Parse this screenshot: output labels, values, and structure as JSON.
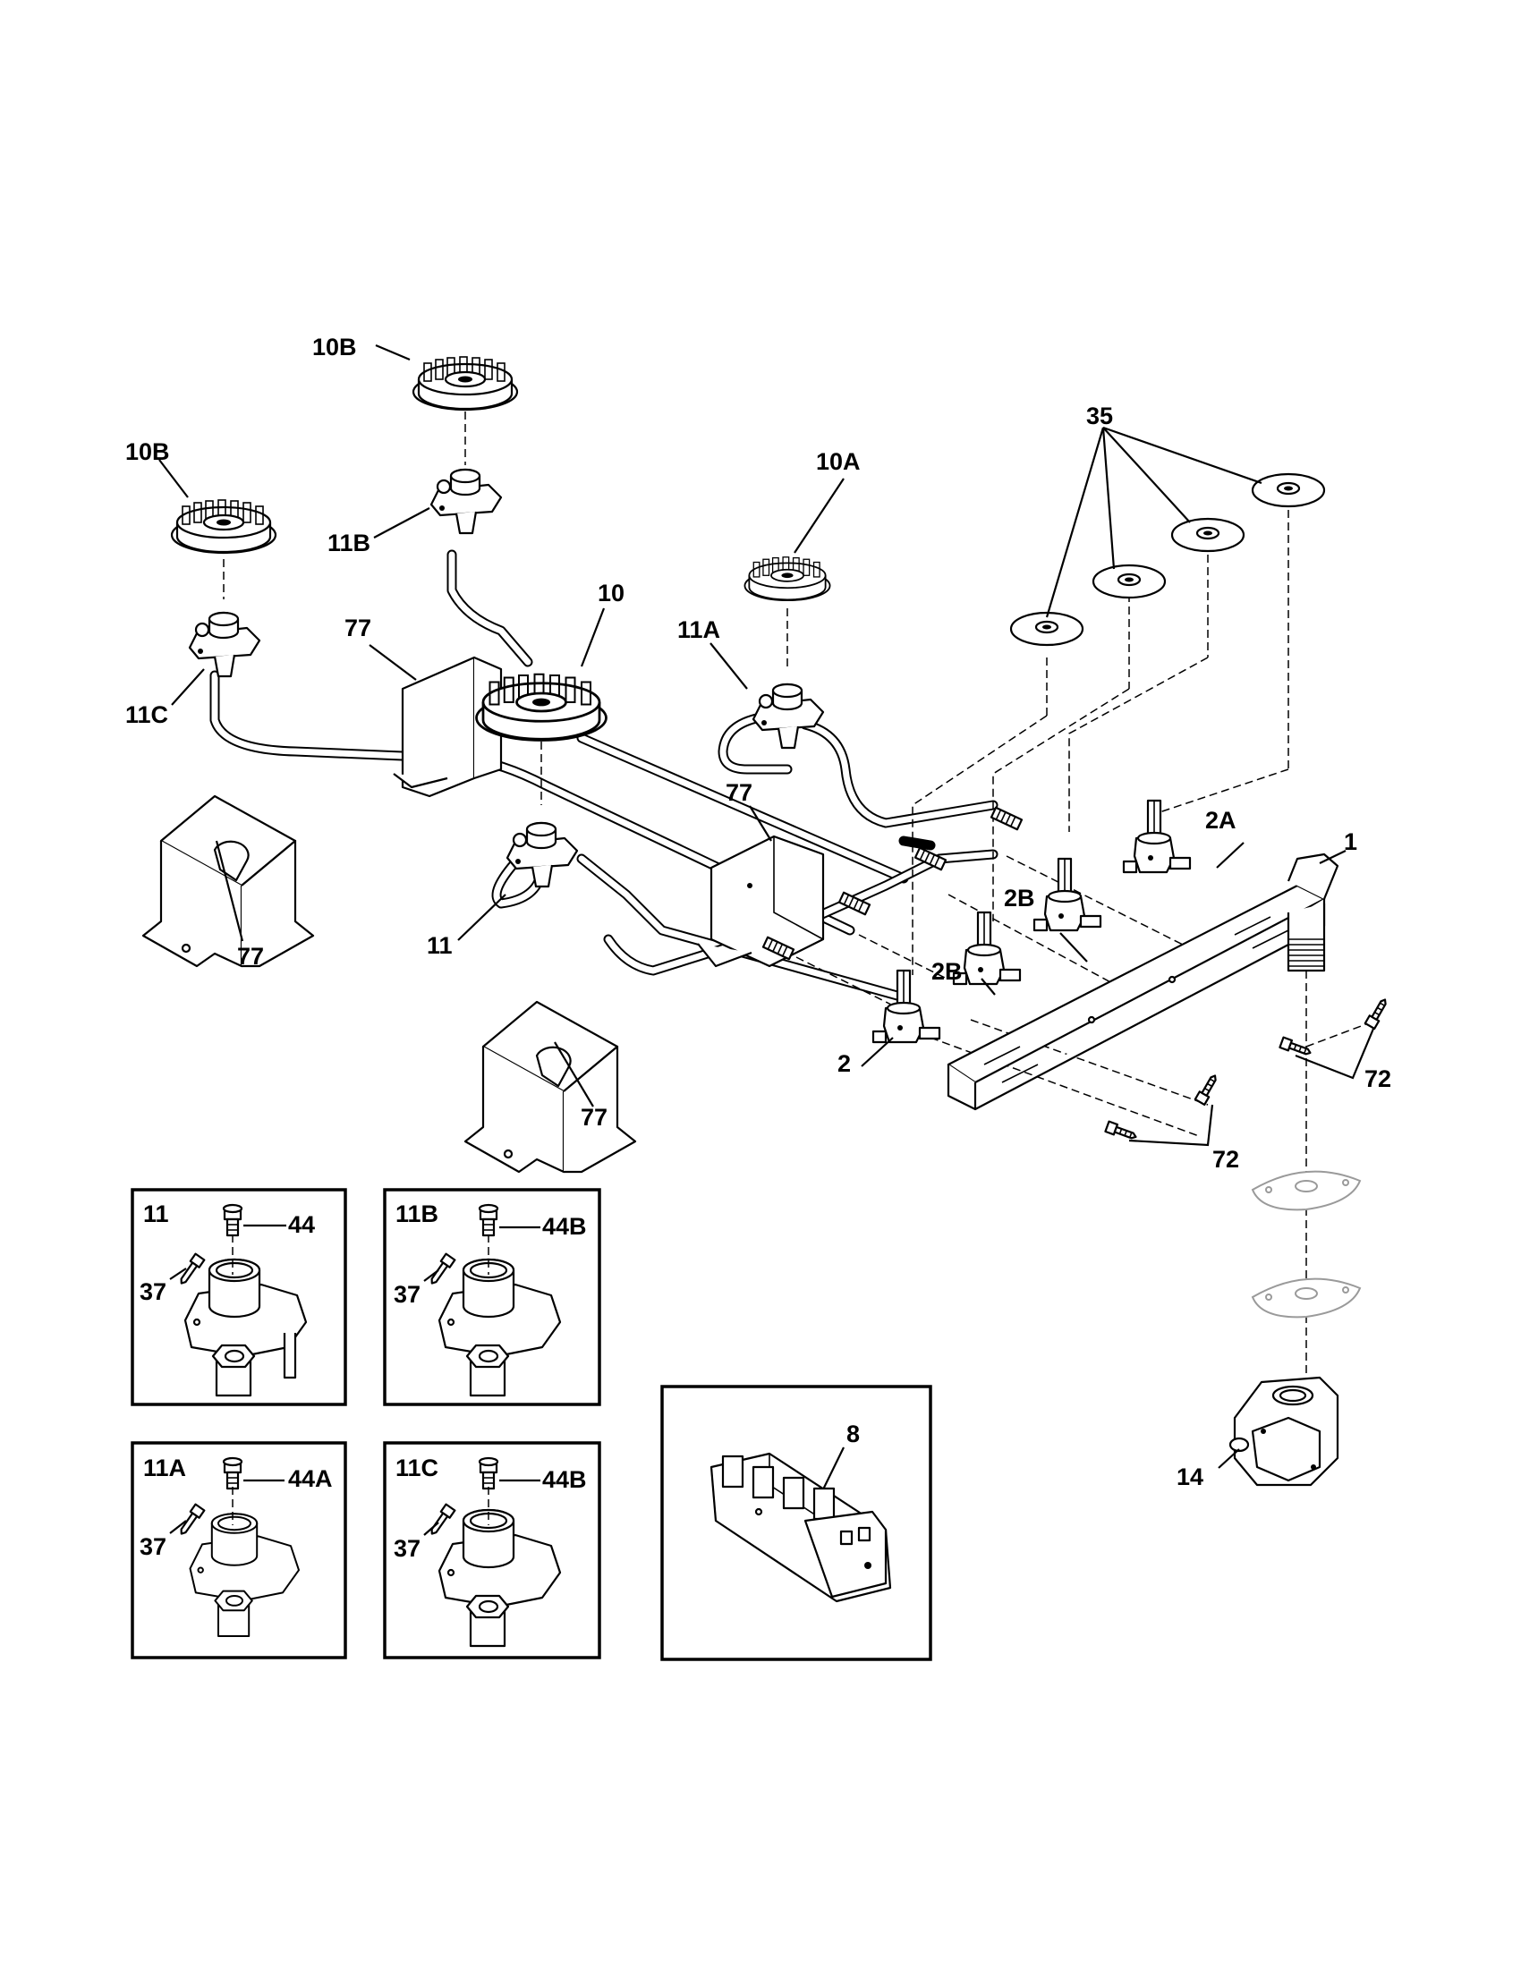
{
  "callouts": {
    "c1": "1",
    "c2": "2",
    "c2a": "2A",
    "c2b_1": "2B",
    "c2b_2": "2B",
    "c8": "8",
    "c10": "10",
    "c10a": "10A",
    "c10b_1": "10B",
    "c10b_2": "10B",
    "c11": "11",
    "c11a": "11A",
    "c11b": "11B",
    "c11c": "11C",
    "c14": "14",
    "c35": "35",
    "c72_1": "72",
    "c72_2": "72",
    "c77_1": "77",
    "c77_2": "77",
    "c77_3": "77",
    "c77_4": "77"
  },
  "insets": [
    {
      "title": "11",
      "cap_label": "44",
      "screw_label": "37"
    },
    {
      "title": "11B",
      "cap_label": "44B",
      "screw_label": "37"
    },
    {
      "title": "11A",
      "cap_label": "44A",
      "screw_label": "37"
    },
    {
      "title": "11C",
      "cap_label": "44B",
      "screw_label": "37"
    }
  ]
}
